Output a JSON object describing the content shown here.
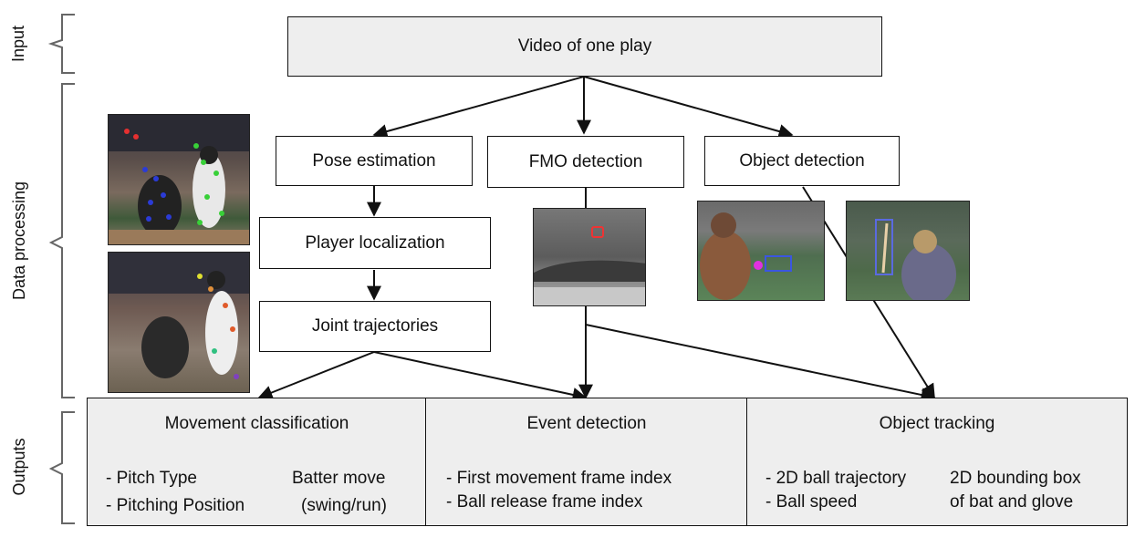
{
  "stages": {
    "input": "Input",
    "processing": "Data processing",
    "outputs": "Outputs"
  },
  "top": {
    "label": "Video of one play"
  },
  "processing": {
    "pose": "Pose estimation",
    "fmo": "FMO detection",
    "object": "Object detection",
    "localization": "Player localization",
    "joints": "Joint trajectories"
  },
  "outputs": {
    "movement": {
      "title": "Movement classification",
      "left_lines": [
        "- Pitch Type",
        "- Pitching Position"
      ],
      "right_lines": [
        "Batter move",
        "(swing/run)"
      ]
    },
    "event": {
      "title": "Event detection",
      "lines": [
        "- First movement frame index",
        "- Ball release frame index"
      ]
    },
    "tracking": {
      "title": "Object tracking",
      "left_lines": [
        "- 2D ball trajectory",
        "- Ball speed"
      ],
      "right_lines": [
        "2D bounding box",
        "of bat and glove"
      ]
    }
  },
  "colors": {
    "box_fill": "#eeeeee",
    "line": "#111111"
  }
}
